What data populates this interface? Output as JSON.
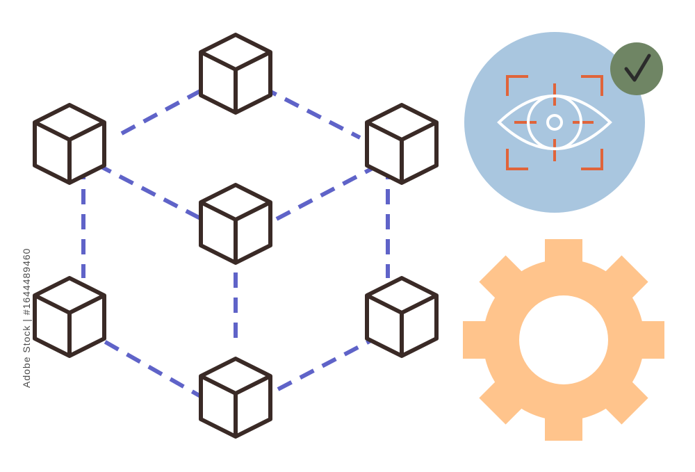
{
  "watermark": {
    "stock_id": "Adobe Stock | #1644489460"
  },
  "illustration": {
    "nodes": [
      {
        "name": "cube-top"
      },
      {
        "name": "cube-left-upper"
      },
      {
        "name": "cube-right-upper"
      },
      {
        "name": "cube-center"
      },
      {
        "name": "cube-left-lower"
      },
      {
        "name": "cube-right-lower"
      },
      {
        "name": "cube-bottom"
      }
    ],
    "connection_style": "dashed",
    "icons": [
      "eye-scan-icon",
      "checkmark-icon",
      "gear-icon"
    ]
  },
  "colors": {
    "cube_stroke": "#3a2a26",
    "dash": "#5f63c8",
    "eye_circle": "#a9c6df",
    "eye_stroke": "#ffffff",
    "scan_frame": "#e0643a",
    "check_badge": "#6f8564",
    "check_mark": "#2b2b2b",
    "gear": "#ffc48c"
  }
}
